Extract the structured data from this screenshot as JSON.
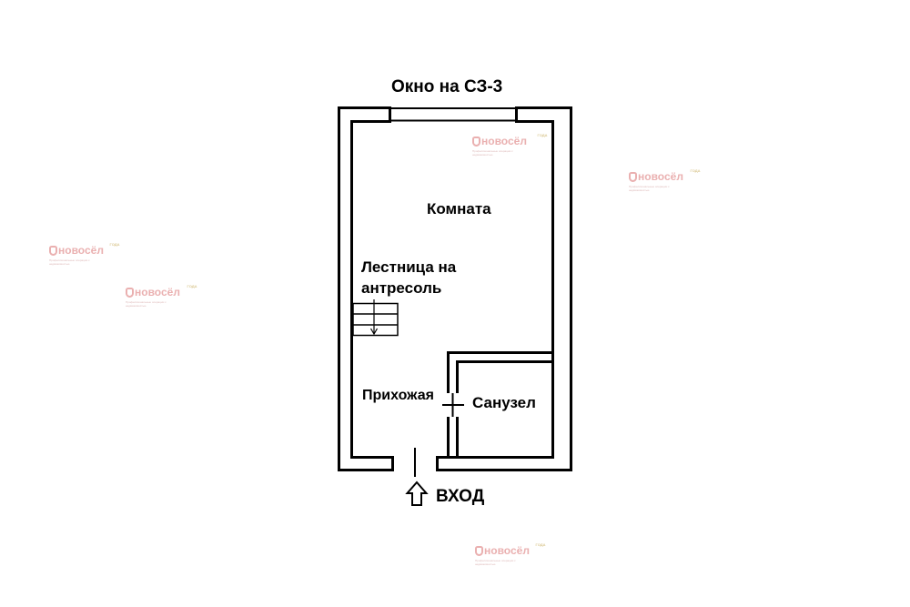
{
  "plan": {
    "window_label": "Окно на СЗ-3",
    "room_label": "Комната",
    "stairs_label": "Лестница на антресоль",
    "hallway_label": "Прихожая",
    "bathroom_label": "Санузел",
    "entrance_label": "ВХОД"
  },
  "watermarks": [
    {
      "brand": "новосёл",
      "sub": "Профессиональные операции с недвижимостью",
      "badge": "ГОДА"
    },
    {
      "brand": "новосёл",
      "sub": "Профессиональные операции с недвижимостью",
      "badge": "ГОДА"
    },
    {
      "brand": "новосёл",
      "sub": "Профессиональные операции с недвижимостью",
      "badge": "ГОДА"
    },
    {
      "brand": "новосёл",
      "sub": "Профессиональные операции с недвижимостью",
      "badge": "ГОДА"
    },
    {
      "brand": "новосёл",
      "sub": "Профессиональные операции с недвижимостью",
      "badge": "ГОДА"
    }
  ],
  "colors": {
    "wall": "#000000",
    "watermark": "#e8a8a8",
    "badge": "#d8c48a"
  }
}
